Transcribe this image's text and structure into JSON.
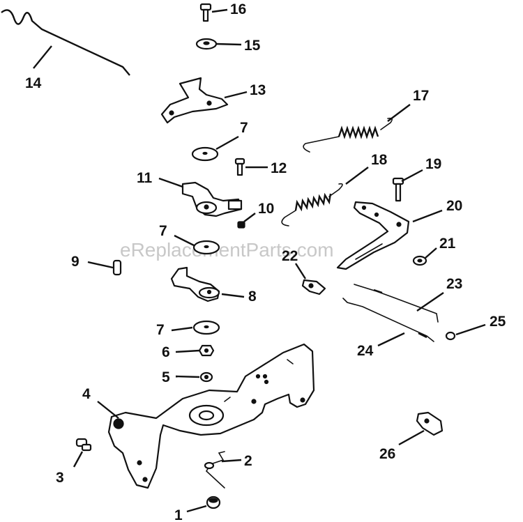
{
  "watermark": "eReplacementParts.com",
  "callouts": {
    "n1": "1",
    "n2": "2",
    "n3": "3",
    "n4": "4",
    "n5": "5",
    "n6": "6",
    "n7a": "7",
    "n7b": "7",
    "n7c": "7",
    "n8": "8",
    "n9": "9",
    "n10": "10",
    "n11": "11",
    "n12": "12",
    "n13": "13",
    "n14": "14",
    "n15": "15",
    "n16": "16",
    "n17": "17",
    "n18": "18",
    "n19": "19",
    "n20": "20",
    "n21": "21",
    "n22": "22",
    "n23": "23",
    "n24": "24",
    "n25": "25",
    "n26": "26"
  },
  "colors": {
    "ink": "#111111",
    "paper": "#ffffff",
    "watermark": "#c8c8c8"
  }
}
